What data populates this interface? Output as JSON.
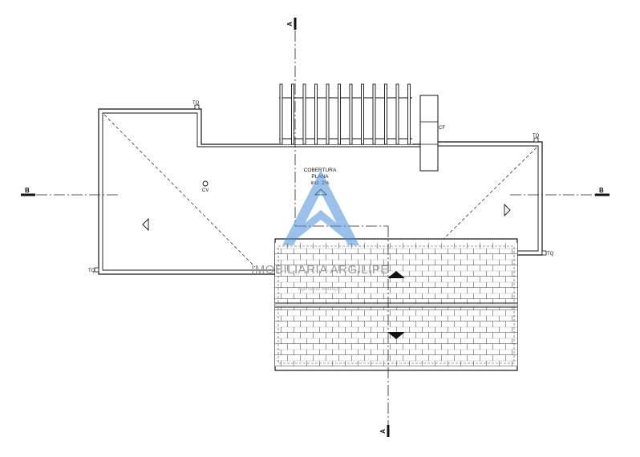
{
  "section_marks": {
    "a_top": "A",
    "a_bottom": "A",
    "b_left": "B",
    "b_right": "B"
  },
  "downpipes": {
    "top_left": "TQ",
    "top_right": "TQ",
    "left": "TQ",
    "right": "TQ"
  },
  "chimney_label": "CF",
  "vent_label": "CV",
  "roof_note": {
    "line1": "COBERTURA",
    "line2": "PLANA",
    "line3": "incl. 2%"
  },
  "watermark": {
    "name": "IMOBILIARIA ARGILIPE",
    "tagline": "Agente de Mediação",
    "color": "#4a90d9"
  }
}
